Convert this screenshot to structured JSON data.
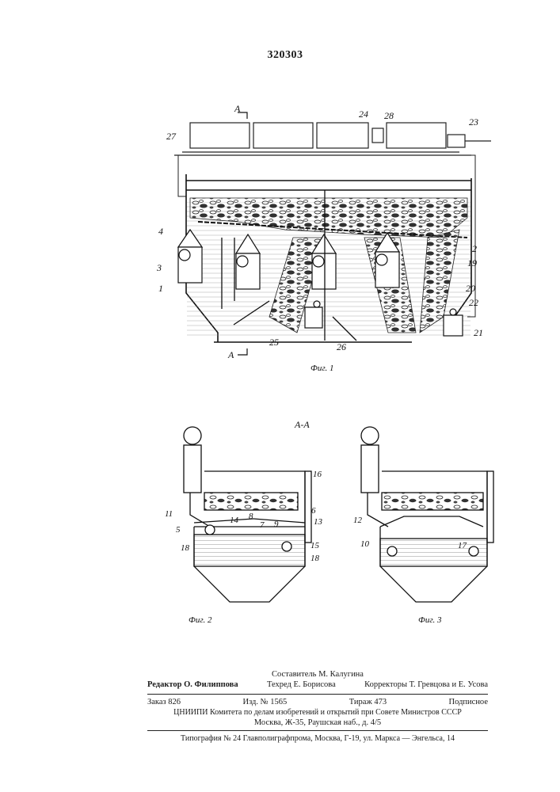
{
  "patent_number": "320303",
  "figures": {
    "fig1": {
      "caption": "Фиг. 1",
      "section_mark": "А",
      "labels": [
        "24",
        "28",
        "23",
        "27",
        "4",
        "3",
        "1",
        "2",
        "19",
        "20",
        "22",
        "21",
        "25",
        "26"
      ]
    },
    "section_title": "А-А",
    "fig2": {
      "caption": "Фиг. 2",
      "labels": [
        "16",
        "11",
        "5",
        "14",
        "8",
        "7",
        "9",
        "6",
        "13",
        "18",
        "15",
        "18"
      ]
    },
    "fig3": {
      "caption": "Фиг. 3",
      "labels": [
        "12",
        "10",
        "17"
      ]
    }
  },
  "credits": {
    "compiler": "Составитель М. Калугина",
    "editor": "Редактор О. Филиппова",
    "tech_editor": "Техред Е. Борисова",
    "correctors": "Корректоры Т. Гревцова и Е. Усова",
    "order": "Заказ 826",
    "edition": "Изд. № 1565",
    "circulation": "Тираж 473",
    "subscription": "Подписное",
    "institute": "ЦНИИПИ Комитета по делам изобретений и открытий при Совете Министров СССР",
    "address": "Москва, Ж-35, Раушская наб., д. 4/5",
    "printer": "Типография № 24 Главполиграфпрома, Москва, Г-19, ул. Маркса — Энгельса, 14"
  }
}
